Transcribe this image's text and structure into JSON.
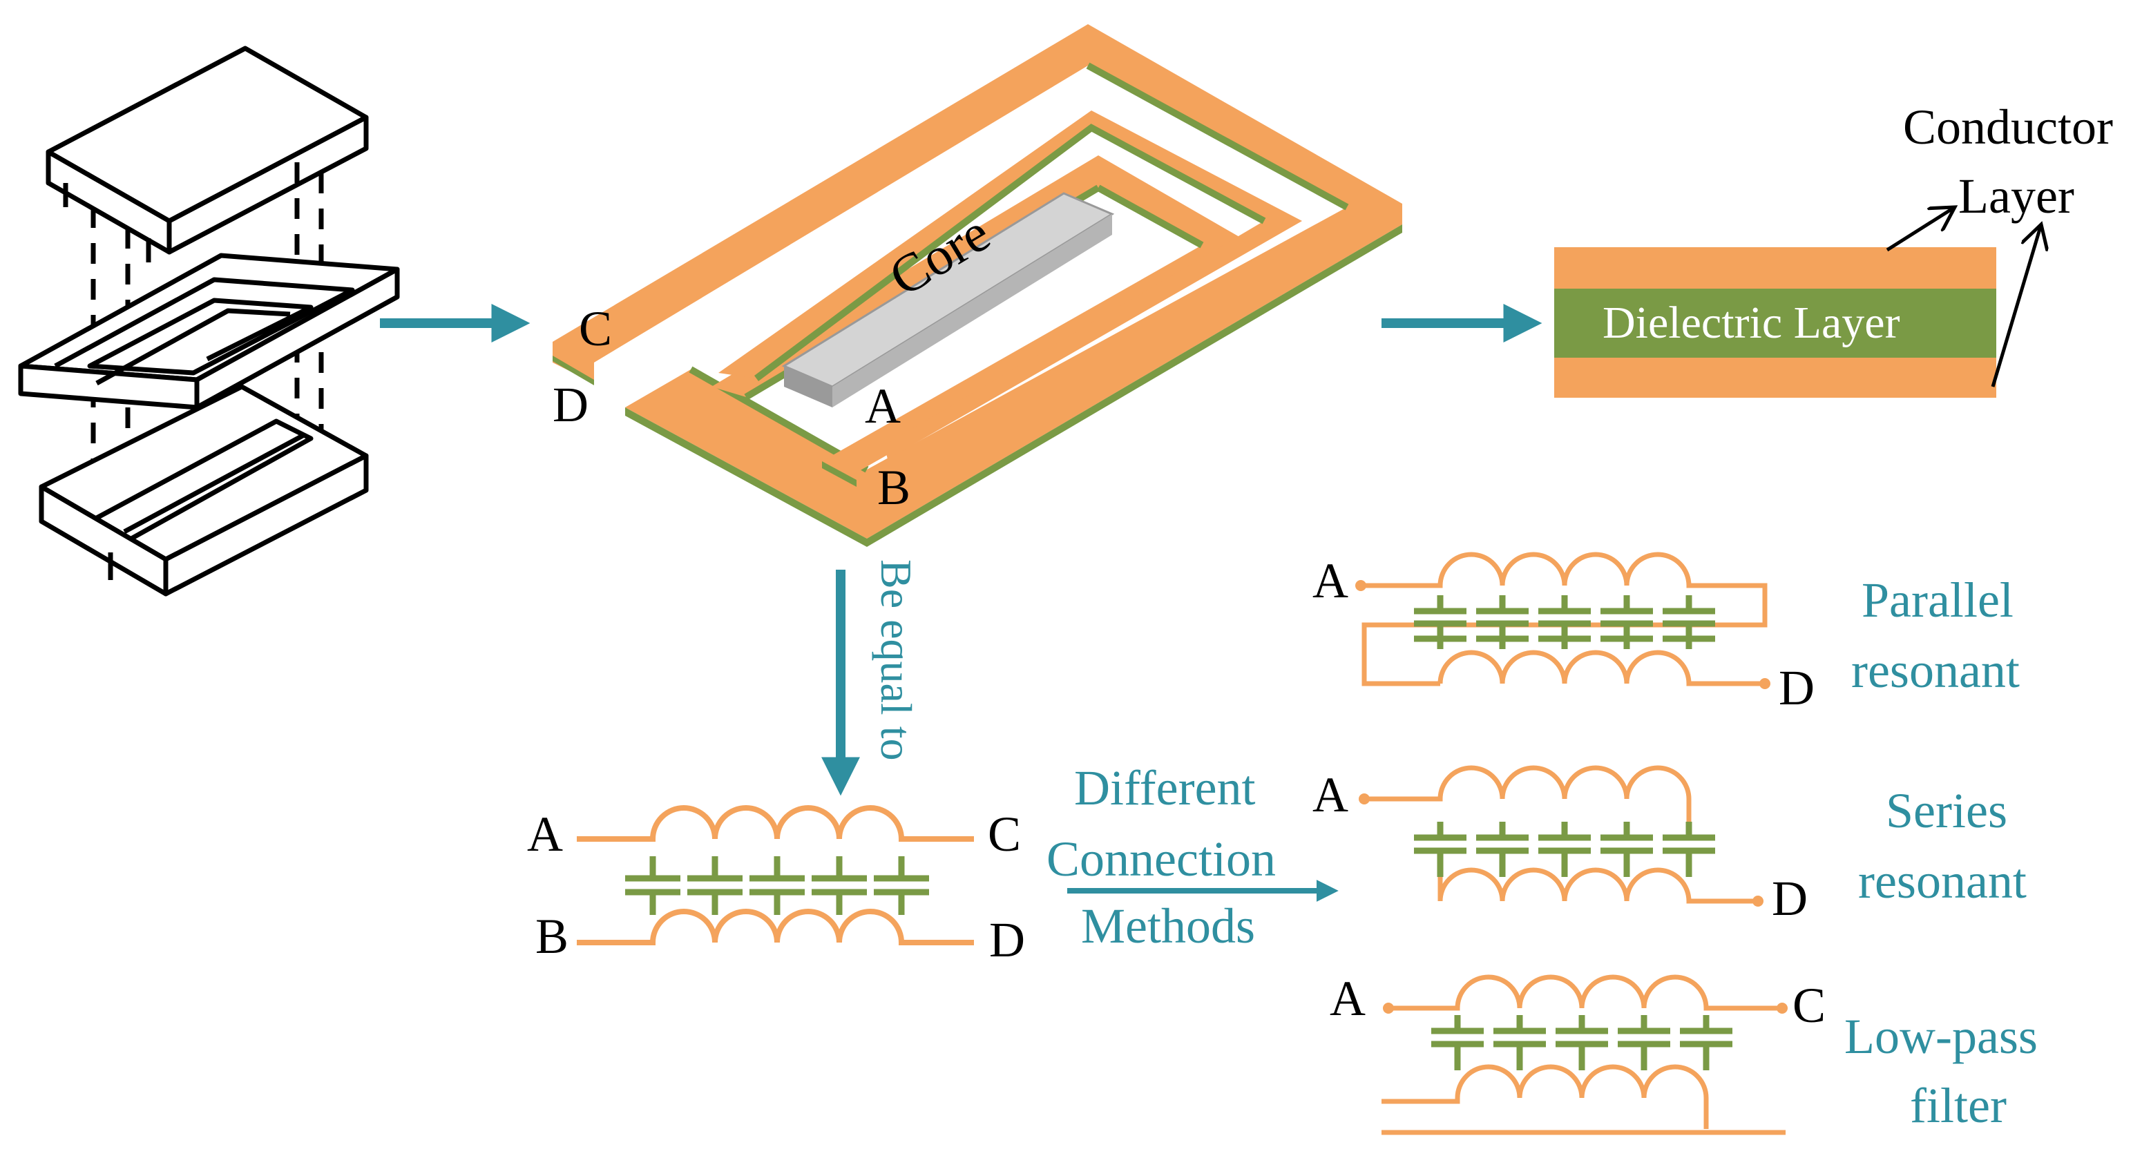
{
  "figure": {
    "core_label": "Core",
    "terminals_top": {
      "a": "A",
      "b": "B",
      "c": "C",
      "d": "D"
    },
    "conductor_layer_label": [
      "Conductor",
      "Layer"
    ],
    "dielectric_layer_label": "Dielectric Layer",
    "equal_label": "Be equal to",
    "equivalent_terminals": {
      "a": "A",
      "b": "B",
      "c": "C",
      "d": "D"
    },
    "connection_label": [
      "Different",
      "Connection",
      "Methods"
    ],
    "outputs": [
      {
        "name_lines": [
          "Parallel",
          "resonant"
        ],
        "left_terminal": "A",
        "right_terminal": "D"
      },
      {
        "name_lines": [
          "Series",
          "resonant"
        ],
        "left_terminal": "A",
        "right_terminal": "D"
      },
      {
        "name_lines": [
          "Low-pass",
          "filter"
        ],
        "left_terminal": "A",
        "right_terminal": "C"
      }
    ]
  },
  "colors": {
    "conductor": "#f4a35c",
    "dielectric": "#7a9a45",
    "core": "#cfcfcf",
    "arrow": "#2f8fa0",
    "line_art": "#000000"
  }
}
